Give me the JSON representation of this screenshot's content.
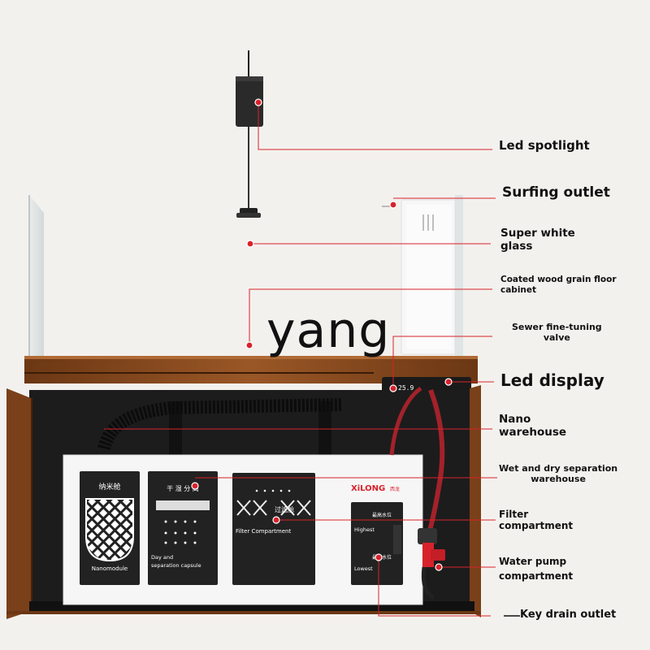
{
  "watermark": "yang",
  "callouts": {
    "led_spotlight": "Led spotlight",
    "surfing_outlet": "Surfing outlet",
    "super_white_glass": "Super white\nglass",
    "coated_cabinet": "Coated wood grain floor\ncabinet",
    "sewer_valve": "Sewer fine-tuning\nvalve",
    "led_display": "Led display",
    "nano_warehouse": "Nano\nwarehouse",
    "wet_dry": "Wet and dry separation\nwarehouse",
    "filter_compartment": "Filter\ncompartment",
    "water_pump": "Water pump\ncompartment",
    "key_drain": "Key drain outlet"
  },
  "product": {
    "display_readout": "25.9",
    "brand_logo": "XiLONG",
    "brand_small": "西龙",
    "modules": {
      "nano_title": "纳米舱",
      "nano_label": "Nanomodule",
      "wetdry_title": "干 湿 分 离",
      "wetdry_label": "Day and\nseparation capsule",
      "filter_title": "过滤舱",
      "filter_label": "Filter Compartment",
      "pump_top": "最高水位",
      "pump_highest": "Highest",
      "pump_bottom": "最低水位",
      "pump_lowest": "Lowest"
    }
  },
  "colors": {
    "background": "#f3f1ee",
    "wood": "#8a4a1d",
    "cabinet_dark": "#1a1a1a",
    "marker_red": "#d8222b",
    "pipe_red": "#a3222a"
  }
}
